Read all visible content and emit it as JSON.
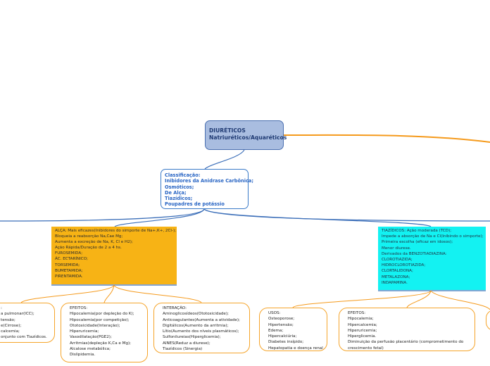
{
  "root": {
    "lines": [
      "DIURÉTICOS",
      "Natriuréticos/Aquaréticos"
    ]
  },
  "classificacao": {
    "lines": [
      "Classificação:",
      "Inibidores da Anidrase Carbônica;",
      "Osmóticos;",
      "De Alça;",
      "Tiazídicos;",
      "Poupadres de potássio"
    ]
  },
  "alca": {
    "color": "#f7b315",
    "lines": [
      "ALÇA: Mais eficazes(Inibidores do simporte de Na+,K+, 2Cl-);",
      "Bloqueia a reabsorção Na,Cae Mg;",
      "Aumenta a excreção de Na, K, Cl e H2);",
      "Ação Rápida/Duração de 2 a 4 hs.",
      "FUROSEMIDA;",
      "ÁC. ECTARÍNICO;",
      "TORSEMIDA;",
      "BUMETAMIDA;",
      "PIRENTAMIDA."
    ]
  },
  "tiazidicos": {
    "color": "#13f2f2",
    "lines": [
      "TIAZÍDICOS: Ação moderada (TCD);",
      "Impede a absorção de Na e Cl(Inibindo o simporte);",
      "Primeira escolha (eficaz em idosos);",
      "Menor diurese.",
      "Derivados da BENZOTIADIAZINA:",
      "CLOROTIAZIDA;",
      "HIDROCLOROTIAZIDA;",
      "CLORTALIDONA;",
      "METALAZONA;",
      "INDAPAMINA."
    ]
  },
  "alca_children": [
    {
      "lines": [
        ":",
        "a pulmonar(ICC);",
        "tensão;",
        "e(Cirrose);",
        "calcemia;",
        "onjunto com Tiazídicos."
      ]
    },
    {
      "lines": [
        "EFEITOS:",
        "Hipocalemia(por depleção do K);",
        "Hipocalemia(por competição);",
        "Ototoxicidade(Interação);",
        "Hiperuricemia;",
        "Vasodilatação(PGE2);",
        "Arritmias(depleção K,Ca e Mg);",
        "Alcalose metabólica;",
        "Dislipidemia."
      ]
    },
    {
      "lines": [
        "INTERAÇÃO:",
        "Aminoglicosídeos(Ototoxicidade);",
        "Anticoagulantes(Aumenta a atividade);",
        "Digitálicos(Aumento da arritmia);",
        "Lítio(Aumento dos níveis plasmáticos);",
        "Sulfonilureias(Hiperglicemia);",
        "AINES(Reduz a diurese);",
        "Tiazídicos (Sinergia)"
      ]
    }
  ],
  "tiazidicos_children": [
    {
      "lines": [
        "USOS:",
        "Osteoporose;",
        "Hipertensão;",
        "Edema;",
        "Hipercalciúria;",
        "Diabetes insípido;",
        "Hepatopatia e doença renal"
      ]
    },
    {
      "lines": [
        "EFEITOS:",
        "Hipocalemia;",
        "Hipercalcemia;",
        "Hiperuricemia;",
        "Hiperglicemia.",
        "Diminuição da perfusão placentário (comprometimento do",
        "crescimento fetal)"
      ]
    }
  ],
  "colors": {
    "connector_blue": "#3c6fb9",
    "connector_orange": "#f59a1c"
  }
}
